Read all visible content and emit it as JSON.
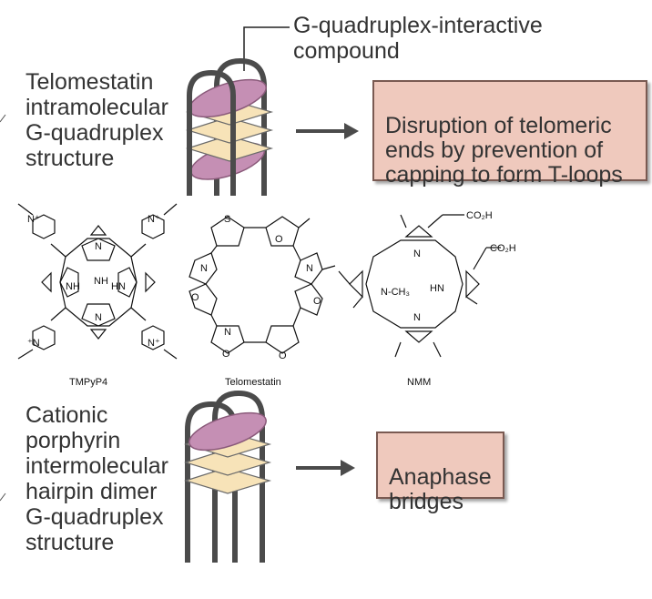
{
  "top": {
    "compound_label": "G-quadruplex-interactive\ncompound",
    "structure_label": "Telomestatin\nintramolecular\nG-quadruplex\nstructure",
    "outcome_label": "Disruption of telomeric\nends by prevention of\ncapping to form T-loops"
  },
  "molecules": {
    "tmpyp4": "TMPyP4",
    "telomestatin": "Telomestatin",
    "nmm": "NMM"
  },
  "bottom": {
    "structure_label": "Cationic\nporphyrin\nintermolecular\nhairpin dimer\nG-quadruplex\nstructure",
    "outcome_label": "Anaphase\nbridges"
  },
  "colors": {
    "ligand": "#c58fb4",
    "quartet": "#f7e3b8",
    "strand": "#4b4b4b",
    "box": "#efc9bd"
  }
}
